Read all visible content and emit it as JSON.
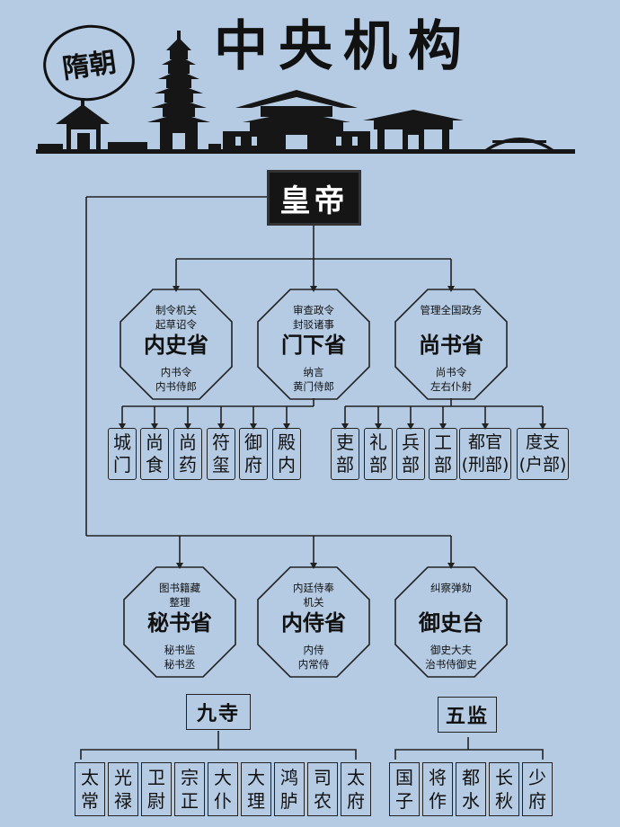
{
  "header": {
    "dynasty": "隋朝",
    "title": "中央机构"
  },
  "emperor": "皇帝",
  "three_departments": [
    {
      "duty1": "制令机关",
      "duty2": "起草诏令",
      "name": "内史省",
      "off1": "内书令",
      "off2": "内书侍郎"
    },
    {
      "duty1": "审查政令",
      "duty2": "封驳诸事",
      "name": "门下省",
      "off1": "纳言",
      "off2": "黄门侍郎"
    },
    {
      "duty1": "管理全国政务",
      "duty2": "",
      "name": "尚书省",
      "off1": "尚书令",
      "off2": "左右仆射"
    }
  ],
  "menxia_bureaus": [
    {
      "l1": "城",
      "l2": "门"
    },
    {
      "l1": "尚",
      "l2": "食"
    },
    {
      "l1": "尚",
      "l2": "药"
    },
    {
      "l1": "符",
      "l2": "玺"
    },
    {
      "l1": "御",
      "l2": "府"
    },
    {
      "l1": "殿",
      "l2": "内"
    }
  ],
  "shangshu_ministries": [
    {
      "l1": "吏",
      "l2": "部"
    },
    {
      "l1": "礼",
      "l2": "部"
    },
    {
      "l1": "兵",
      "l2": "部"
    },
    {
      "l1": "工",
      "l2": "部"
    },
    {
      "l1": "都官",
      "l2": "(刑部)"
    },
    {
      "l1": "度支",
      "l2": "(户部)"
    }
  ],
  "other_departments": [
    {
      "duty1": "图书籍藏",
      "duty2": "整理",
      "name": "秘书省",
      "off1": "秘书监",
      "off2": "秘书丞"
    },
    {
      "duty1": "内廷侍奉",
      "duty2": "机关",
      "name": "内侍省",
      "off1": "内侍",
      "off2": "内常侍"
    },
    {
      "duty1": "纠察弹劾",
      "duty2": "",
      "name": "御史台",
      "off1": "御史大夫",
      "off2": "治书侍御史"
    }
  ],
  "nine_courts": {
    "label": "九寺",
    "items": [
      {
        "l1": "太",
        "l2": "常"
      },
      {
        "l1": "光",
        "l2": "禄"
      },
      {
        "l1": "卫",
        "l2": "尉"
      },
      {
        "l1": "宗",
        "l2": "正"
      },
      {
        "l1": "大",
        "l2": "仆"
      },
      {
        "l1": "大",
        "l2": "理"
      },
      {
        "l1": "鸿",
        "l2": "胪"
      },
      {
        "l1": "司",
        "l2": "农"
      },
      {
        "l1": "太",
        "l2": "府"
      }
    ]
  },
  "five_directorates": {
    "label": "五监",
    "items": [
      {
        "l1": "国",
        "l2": "子"
      },
      {
        "l1": "将",
        "l2": "作"
      },
      {
        "l1": "都",
        "l2": "水"
      },
      {
        "l1": "长",
        "l2": "秋"
      },
      {
        "l1": "少",
        "l2": "府"
      }
    ]
  }
}
